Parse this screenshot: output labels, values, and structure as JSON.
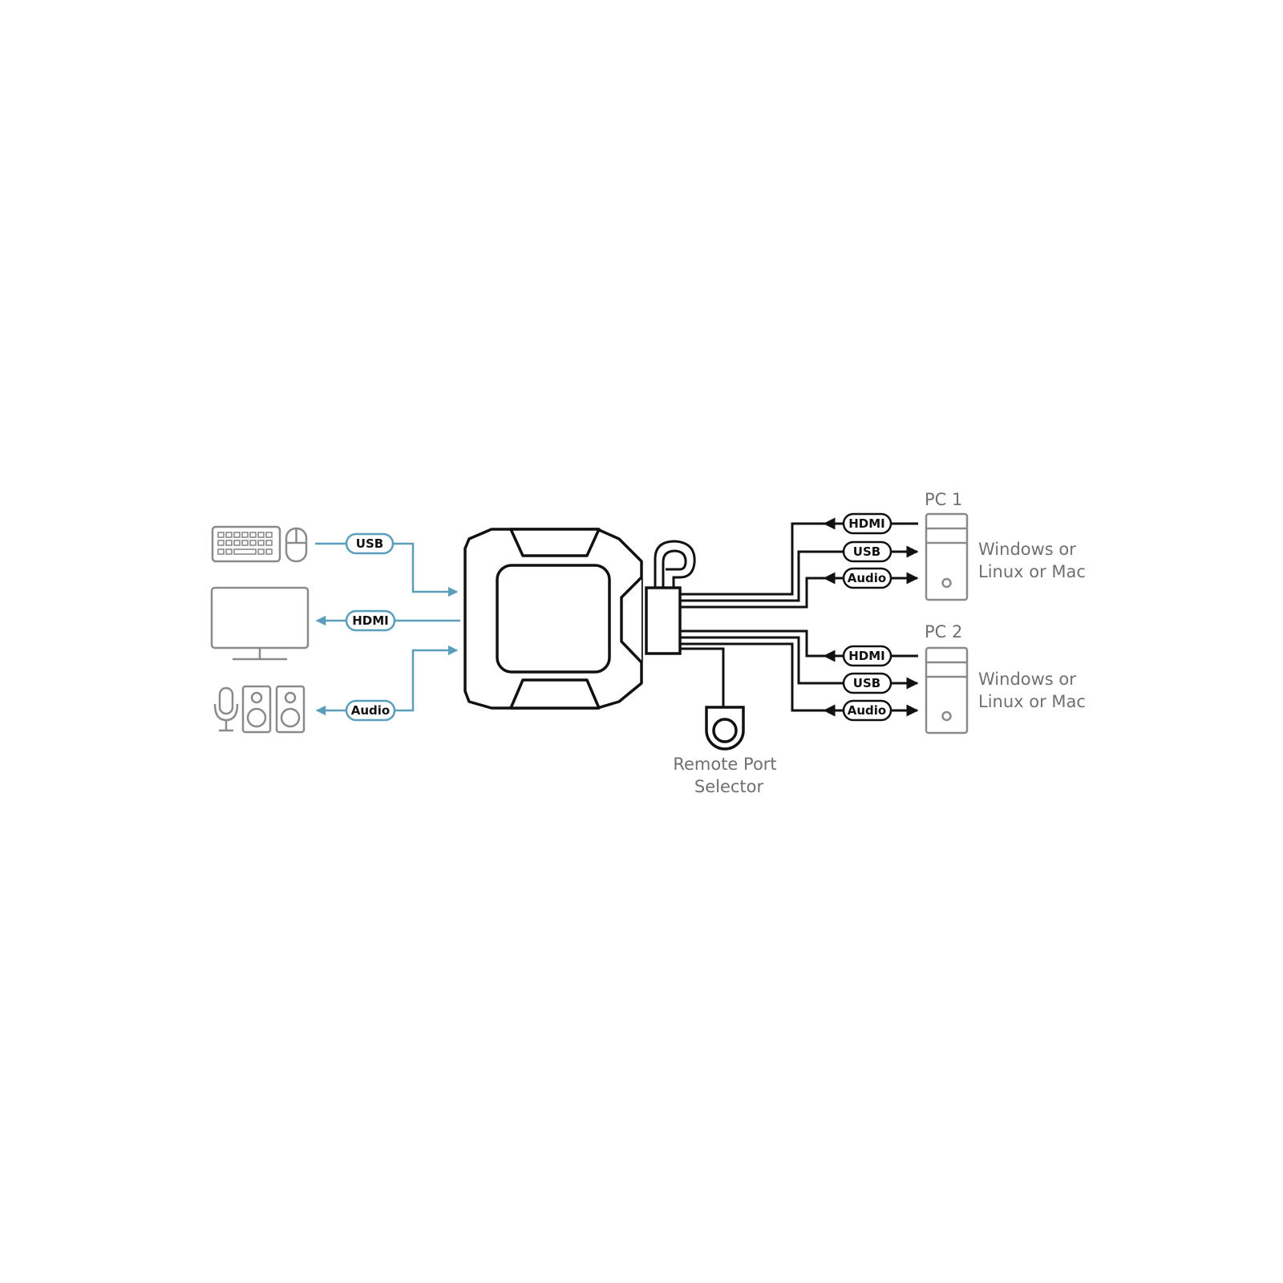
{
  "colors": {
    "accent_blue": "#5a9ebb",
    "device_black": "#111111",
    "peripheral_gray": "#8a8a8a",
    "text_gray": "#707070"
  },
  "console": {
    "usb_label": "USB",
    "hdmi_label": "HDMI",
    "audio_label": "Audio"
  },
  "pc1": {
    "title": "PC 1",
    "os_line1": "Windows or",
    "os_line2": "Linux or Mac",
    "hdmi_label": "HDMI",
    "usb_label": "USB",
    "audio_label": "Audio"
  },
  "pc2": {
    "title": "PC 2",
    "os_line1": "Windows or",
    "os_line2": "Linux or Mac",
    "hdmi_label": "HDMI",
    "usb_label": "USB",
    "audio_label": "Audio"
  },
  "remote": {
    "line1": "Remote Port",
    "line2": "Selector"
  },
  "icons": [
    "keyboard-icon",
    "mouse-icon",
    "monitor-icon",
    "microphone-icon",
    "speaker-icon",
    "pc-tower-icon",
    "remote-selector-icon"
  ]
}
